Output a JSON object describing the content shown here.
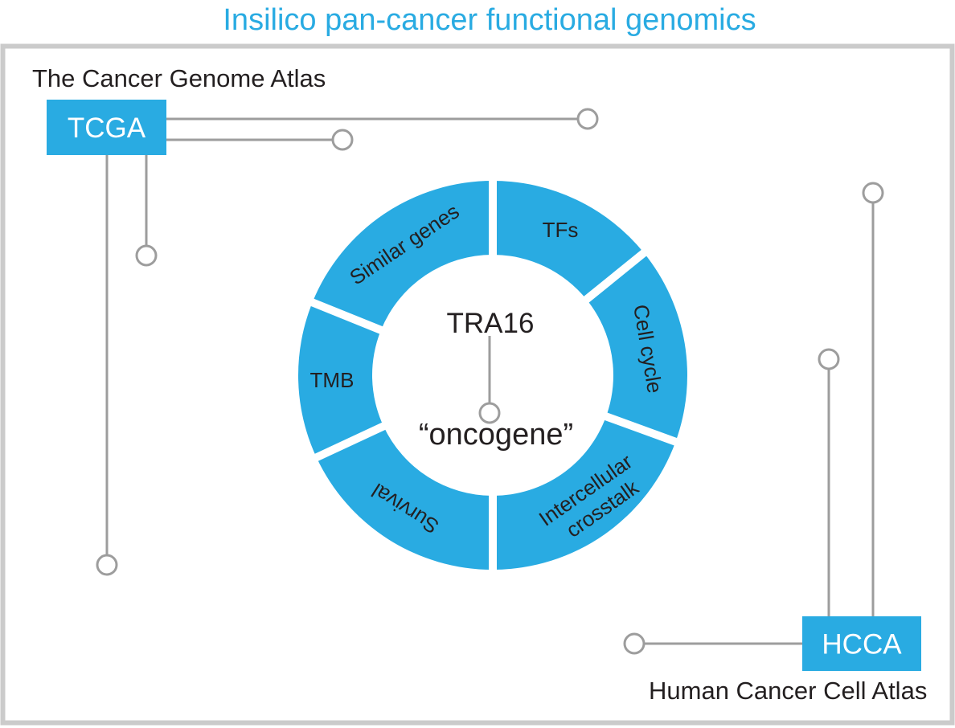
{
  "title": "Insilico pan-cancer functional genomics",
  "sources": {
    "tcga": {
      "name": "The Cancer Genome Atlas",
      "abbr": "TCGA"
    },
    "hcca": {
      "name": "Human Cancer Cell Atlas",
      "abbr": "HCCA"
    }
  },
  "center": {
    "gene": "TRA16",
    "role": "“oncogene”"
  },
  "ring": {
    "segments": [
      {
        "lines": [
          "TFs"
        ]
      },
      {
        "lines": [
          "Cell cycle"
        ]
      },
      {
        "lines": [
          "Intercellular",
          "crosstalk"
        ]
      },
      {
        "lines": [
          "Survival"
        ]
      },
      {
        "lines": [
          "TMB"
        ]
      },
      {
        "lines": [
          "Similar genes"
        ]
      }
    ]
  },
  "colors": {
    "accent": "#29abe2",
    "connector": "#9d9d9d",
    "frame": "#cbcbcb",
    "ink": "#231f20"
  }
}
